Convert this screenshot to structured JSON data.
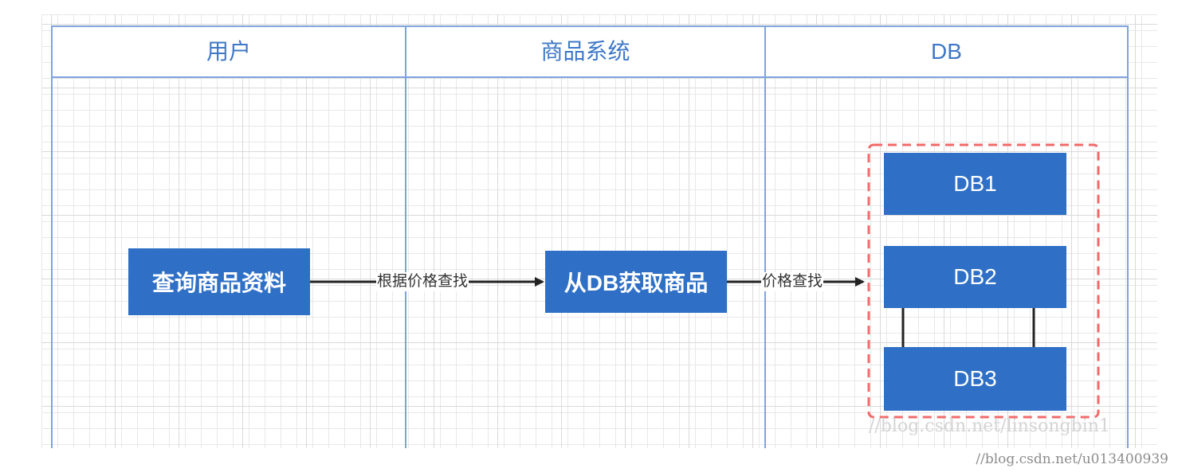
{
  "lanes": {
    "user": "用户",
    "product_system": "商品系统",
    "db": "DB"
  },
  "nodes": {
    "query": "查询商品资料",
    "fetch": "从DB获取商品",
    "db1": "DB1",
    "db2": "DB2",
    "db3": "DB3"
  },
  "edges": {
    "query_to_fetch": "根据价格查找",
    "fetch_to_db": "价格查找"
  },
  "watermarks": {
    "inner": "//blog.csdn.net/linsongbin1",
    "footer": "//blog.csdn.net/u013400939"
  },
  "colors": {
    "lane_border": "#7ea3dc",
    "node_fill": "#2f70c6",
    "group_border": "#f26a6a",
    "arrow": "#222222"
  }
}
